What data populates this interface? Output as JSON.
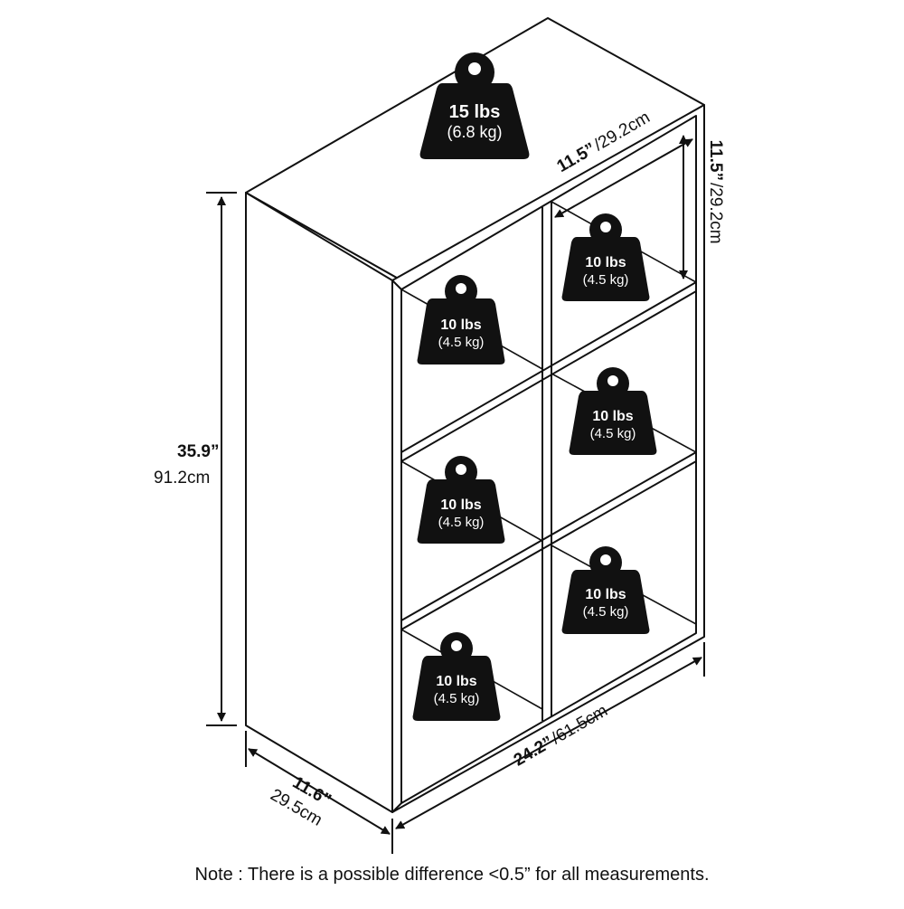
{
  "dimensions": {
    "height_in": "35.9”",
    "height_cm": "91.2cm",
    "depth_in": "11.6”",
    "depth_cm": "29.5cm",
    "width_in": "24.2”",
    "width_cm": "/61.5cm",
    "cube_width_in": "11.5”",
    "cube_width_cm": "/29.2cm",
    "cube_height_in": "11.5”",
    "cube_height_cm": "/29.2cm"
  },
  "weights": {
    "top": {
      "lbs": "15 lbs",
      "kg": "(6.8 kg)"
    },
    "cube_top_left": {
      "lbs": "10 lbs",
      "kg": "(4.5 kg)"
    },
    "cube_top_right": {
      "lbs": "10 lbs",
      "kg": "(4.5 kg)"
    },
    "cube_mid_left": {
      "lbs": "10 lbs",
      "kg": "(4.5 kg)"
    },
    "cube_mid_right": {
      "lbs": "10 lbs",
      "kg": "(4.5 kg)"
    },
    "cube_bottom_left": {
      "lbs": "10 lbs",
      "kg": "(4.5 kg)"
    },
    "cube_bottom_right": {
      "lbs": "10 lbs",
      "kg": "(4.5 kg)"
    }
  },
  "note": "Note : There is a possible difference <0.5” for all measurements."
}
